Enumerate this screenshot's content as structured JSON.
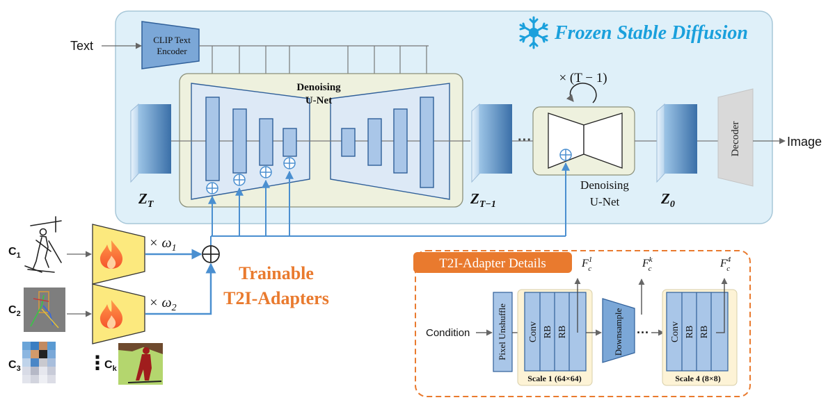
{
  "frozen": {
    "title": "Frozen Stable Diffusion",
    "snowflake_icon": "snowflake-icon"
  },
  "inputs": {
    "text": "Text",
    "clip": [
      "CLIP Text",
      "Encoder"
    ],
    "image": "Image"
  },
  "unet": {
    "label": [
      "Denoising",
      "U-Net"
    ],
    "small_label": [
      "Denoising",
      "U-Net"
    ],
    "repeat": "× (T − 1)"
  },
  "latents": {
    "zt_main": "Z",
    "zt_sub": "T",
    "zt1_main": "Z",
    "zt1_sub": "T−1",
    "z0_main": "Z",
    "z0_sub": "0"
  },
  "decoder": "Decoder",
  "ellipsis": "···",
  "conditions": [
    {
      "main": "C",
      "sub": "1"
    },
    {
      "main": "C",
      "sub": "2"
    },
    {
      "main": "C",
      "sub": "3"
    },
    {
      "main": "C",
      "sub": "k"
    }
  ],
  "vdots": "⋮",
  "weights": [
    {
      "main": "× ω",
      "sub": "1"
    },
    {
      "main": "× ω",
      "sub": "2"
    }
  ],
  "trainable": [
    "Trainable",
    "T2I-Adapters"
  ],
  "details": {
    "title": "T2I-Adapter Details",
    "condition": "Condition",
    "pixel_unshuffle": "Pixel Unshuffle",
    "conv": "Conv",
    "rb": "RB",
    "downsample": "Downsample",
    "dots": "···",
    "scale1": "Scale 1 (64×64)",
    "scale4": "Scale 4 (8×8)",
    "f1": {
      "main": "F",
      "sup": "1",
      "sub": "c"
    },
    "fk": {
      "main": "F",
      "sup": "k",
      "sub": "c"
    },
    "f4": {
      "main": "F",
      "sup": "4",
      "sub": "c"
    }
  },
  "colors": {
    "frozen_bg": "#dff0f9",
    "frozen_border": "#a7c7d8",
    "unet_bg": "#eef1de",
    "block_fill": "#a9c6e8",
    "block_stroke": "#2f5f99",
    "arrow_blue": "#4a8fd0",
    "orange": "#e97a2e",
    "title_blue": "#1aa0dc",
    "adapter_yellow": "#fce97e",
    "scale_bg": "#fdf3d6"
  }
}
